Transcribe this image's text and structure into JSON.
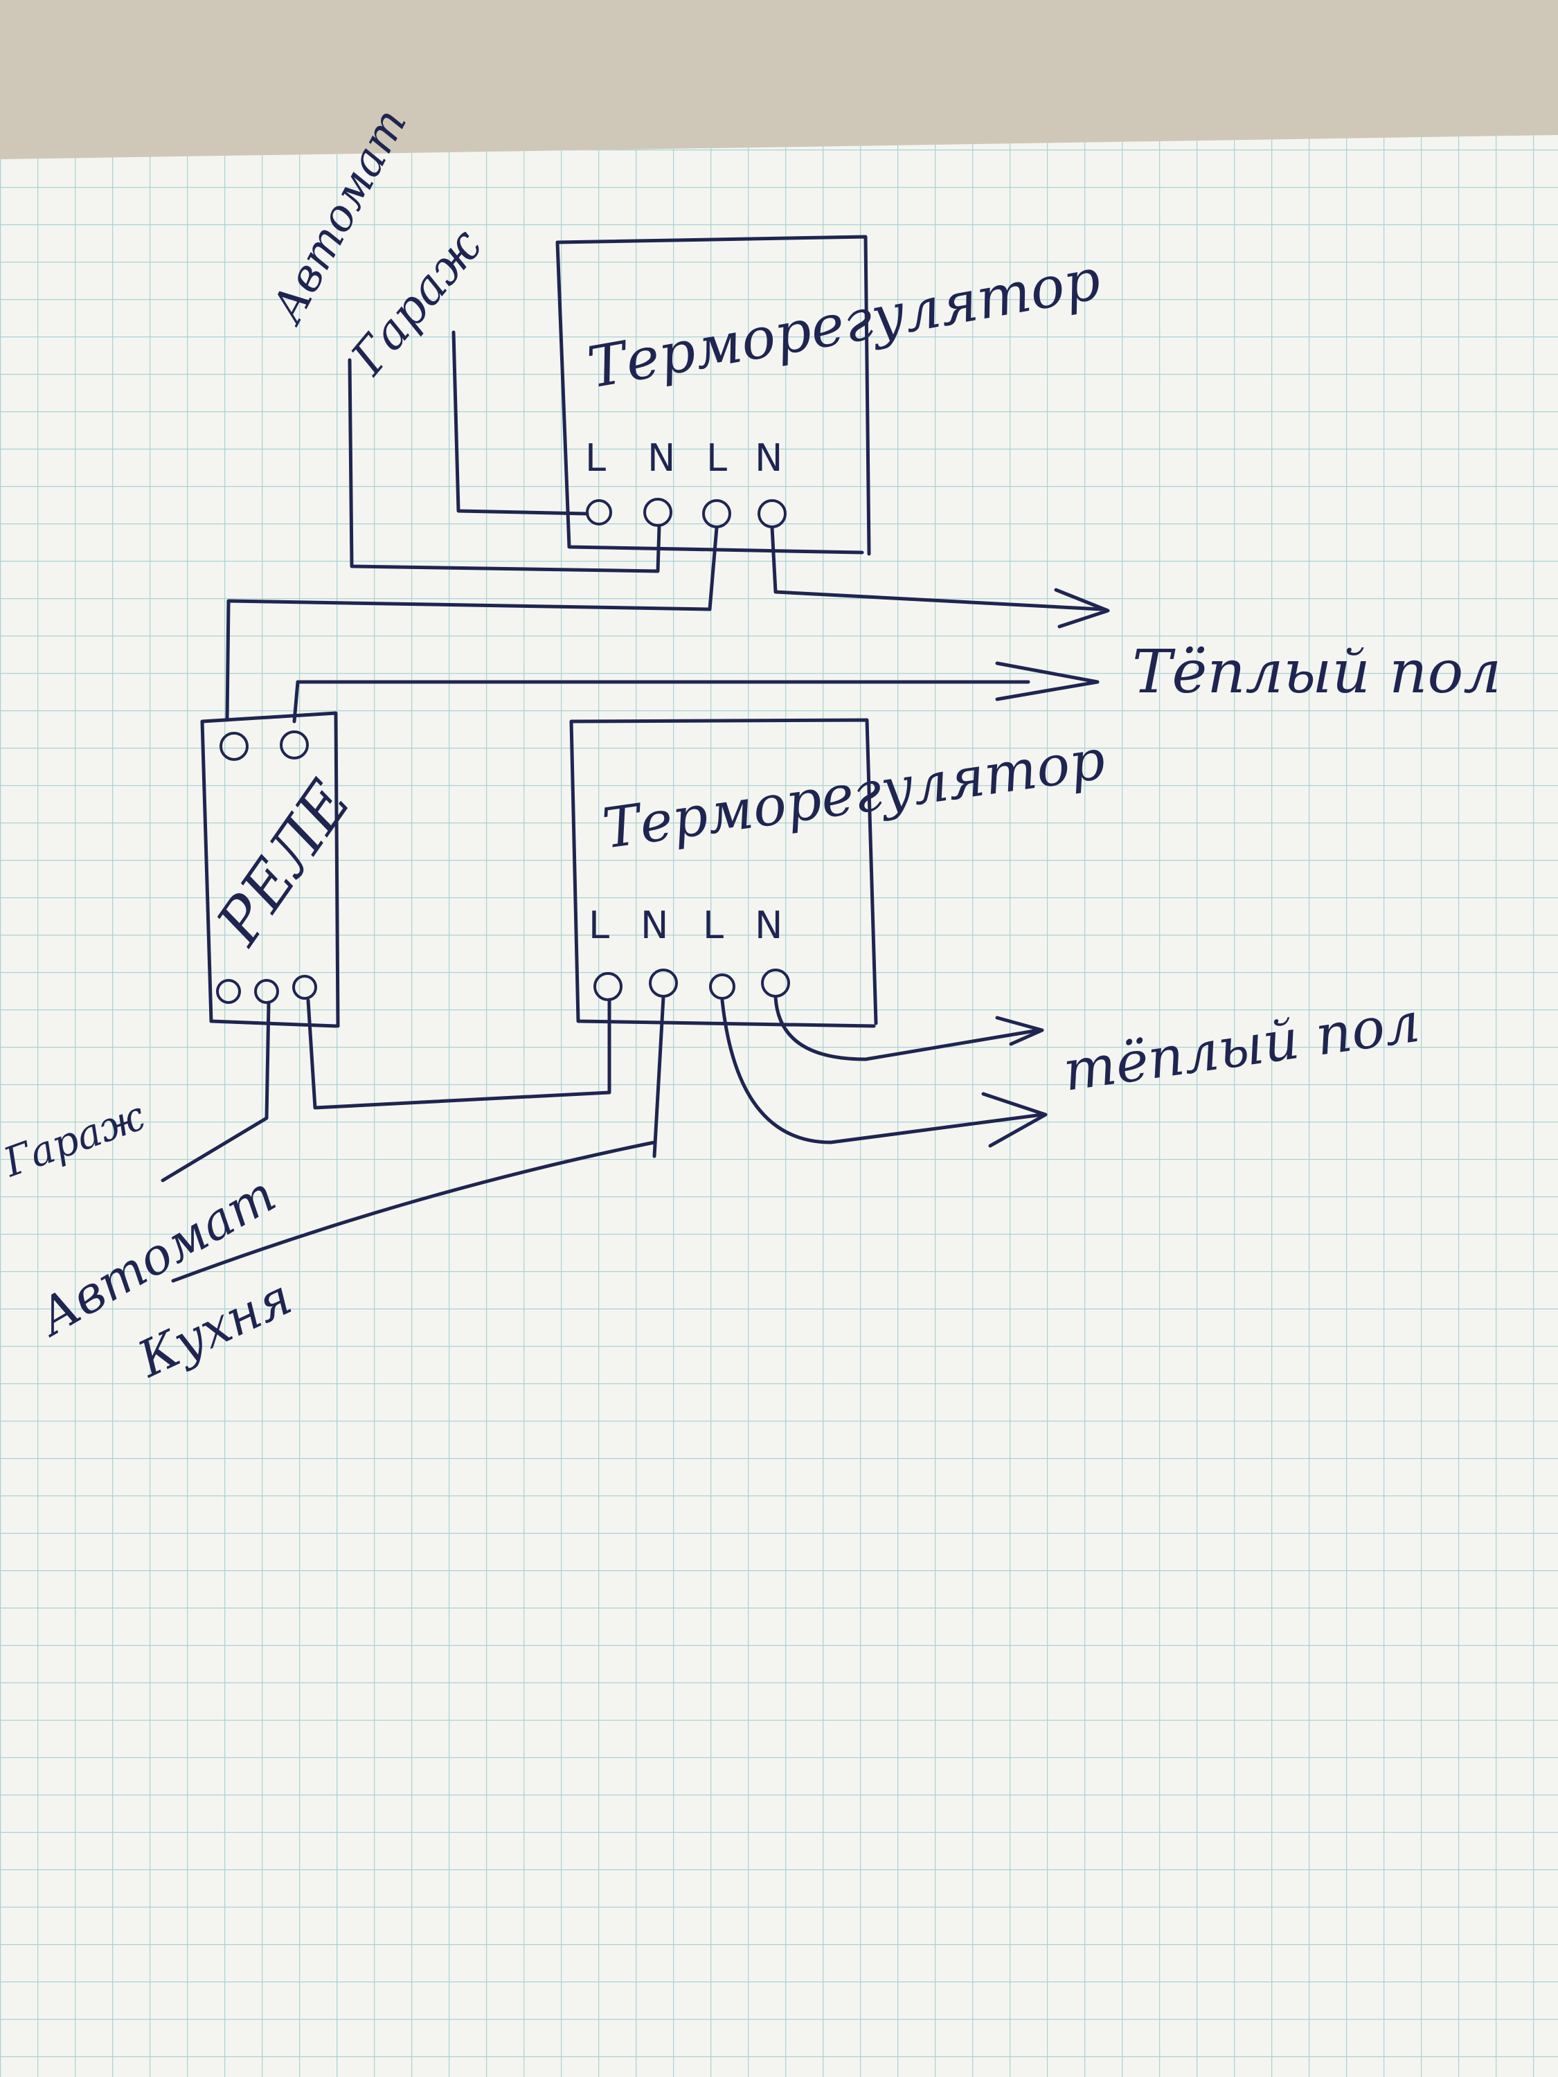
{
  "colors": {
    "background": "#cfc8b8",
    "paper": "#f4f5f1",
    "grid": "#a9d3d2",
    "ink": "#1f2550"
  },
  "labels": {
    "breaker_top": "Автомат",
    "breaker_top_sub": "Гараж",
    "thermostat_top": "Терморегулятор",
    "thermostat_bottom": "Терморегулятор",
    "relay": "РЕЛЕ",
    "warm_floor_top": "Тёплый пол",
    "warm_floor_bottom": "тёплый пол",
    "breaker_bottom_left": "Гараж",
    "breaker_bottom": "Автомат",
    "breaker_bottom_sub": "Кухня"
  },
  "thermostat_top_terminals": [
    "L",
    "N",
    "L",
    "N"
  ],
  "thermostat_bottom_terminals": [
    "L",
    "N",
    "L",
    "N"
  ]
}
